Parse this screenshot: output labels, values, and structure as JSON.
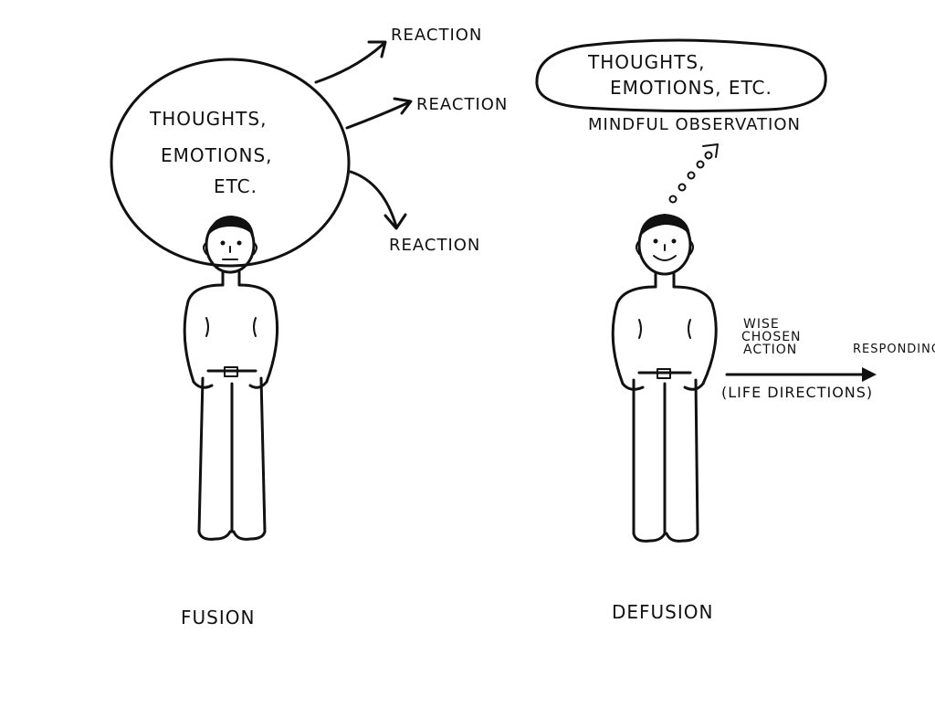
{
  "fusion": {
    "bubble_lines": [
      "THOUGHTS,",
      "EMOTIONS,",
      "ETC."
    ],
    "reactions": [
      "REACTION",
      "REACTION",
      "REACTION"
    ],
    "caption": "FUSION"
  },
  "defusion": {
    "bubble_lines": [
      "THOUGHTS,",
      "EMOTIONS,  ETC."
    ],
    "observation_label": "MINDFUL OBSERVATION",
    "action_lines": [
      "WISE",
      "CHOSEN",
      "ACTION"
    ],
    "responding_label": "RESPONDING",
    "directions_label": "(LIFE DIRECTIONS)",
    "caption": "DEFUSION"
  },
  "colors": {
    "ink": "#111111",
    "paper": "#ffffff"
  }
}
